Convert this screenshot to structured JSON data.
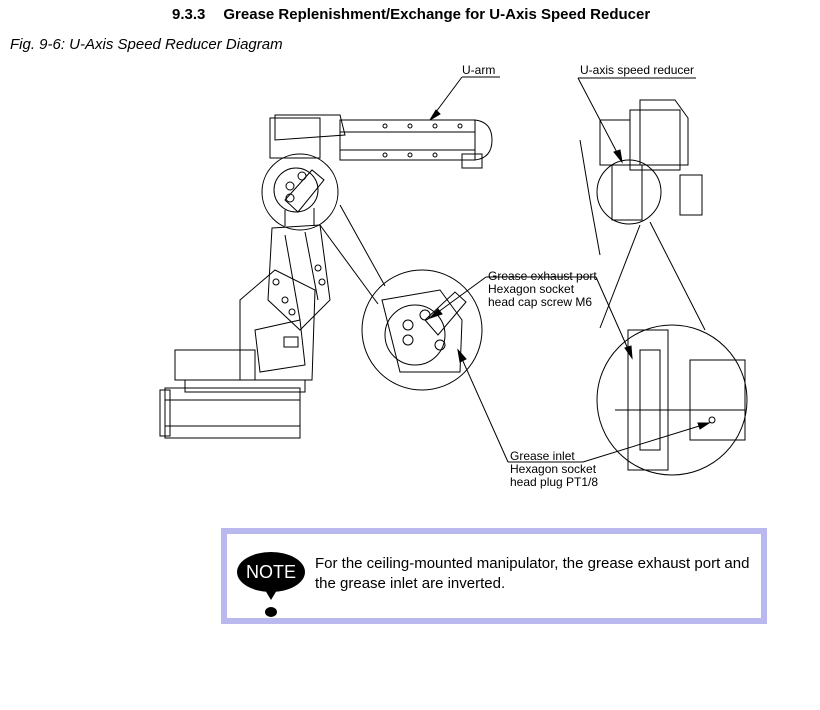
{
  "header": {
    "section_number": "9.3.3",
    "section_title": "Grease Replenishment/Exchange for U-Axis Speed Reducer",
    "figure_caption": "Fig. 9-6: U-Axis Speed Reducer Diagram"
  },
  "callouts": {
    "u_arm": "U-arm",
    "u_axis_reducer": "U-axis speed reducer",
    "exhaust_port": [
      "Grease exhaust port",
      "Hexagon socket",
      "head cap screw M6"
    ],
    "inlet": [
      "Grease inlet",
      "Hexagon socket",
      "head plug PT1/8"
    ]
  },
  "note": {
    "icon_label": "NOTE",
    "text": "For the ceiling-mounted manipulator, the grease exhaust port and the grease inlet are inverted."
  }
}
